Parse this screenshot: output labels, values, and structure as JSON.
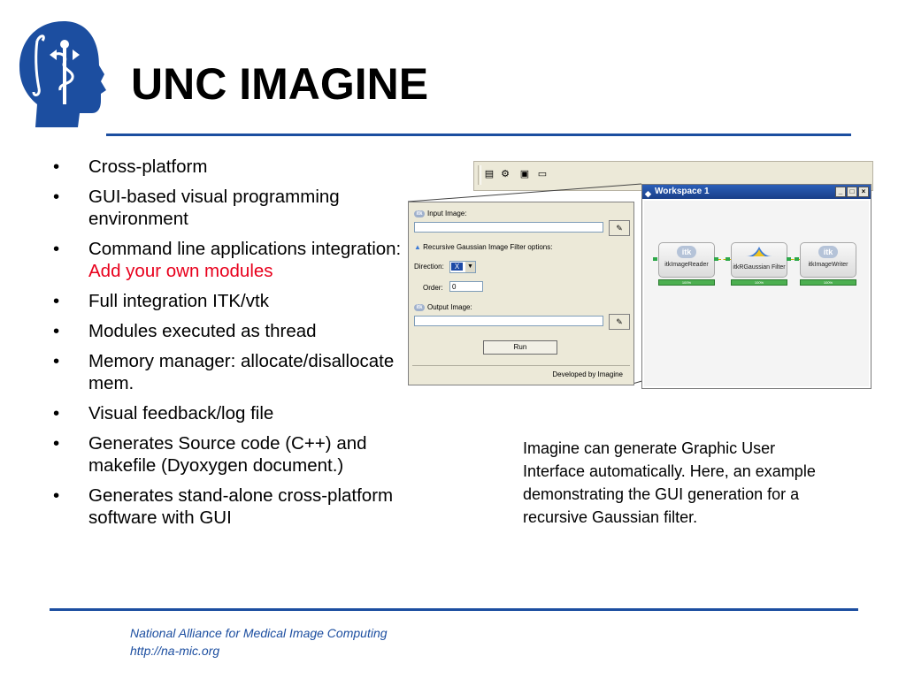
{
  "title": "UNC IMAGINE",
  "bullets": [
    {
      "marker": "•",
      "text": "Cross-platform"
    },
    {
      "marker": "•",
      "text": "GUI-based visual programming environment"
    },
    {
      "marker": "•",
      "text": "Command line applications integration: ",
      "highlight": "Add your own modules"
    },
    {
      "marker": "•",
      "text": "Full integration ITK/vtk"
    },
    {
      "marker": "•",
      "text": "Modules executed as thread"
    },
    {
      "marker": "•",
      "text": "Memory manager: allocate/disallocate mem."
    },
    {
      "marker": "•",
      "text": "Visual feedback/log file"
    },
    {
      "marker": "•",
      "text": "Generates Source code (C++) and makefile (Dyoxygen document.)"
    },
    {
      "marker": "•",
      "text": "Generates stand-alone cross-platform software with GUI"
    }
  ],
  "caption": "Imagine can generate Graphic User Interface automatically. Here, an example demonstrating the GUI generation for a recursive Gaussian filter.",
  "footer": {
    "org": "National Alliance for Medical Image Computing",
    "url": "http://na-mic.org"
  },
  "colors": {
    "accent": "#1c4ea0",
    "highlight": "#e8001c"
  },
  "screenshot": {
    "workspace": {
      "title": "Workspace 1",
      "nodes": [
        {
          "badge": "itk",
          "name": "itkImageReader",
          "progress": "100%"
        },
        {
          "badge": "",
          "name": "itkRGaussian Filter",
          "progress": "100%"
        },
        {
          "badge": "itk",
          "name": "itkImageWriter",
          "progress": "100%"
        }
      ],
      "controls": {
        "minimize": "_",
        "maximize": "□",
        "close": "×"
      }
    },
    "gui": {
      "input_label": "Input Image:",
      "input_value": "",
      "filter_label": "Recursive Gaussian Image Filter options:",
      "direction_label": "Direction:",
      "direction_value": "X",
      "order_label": "Order:",
      "order_value": "0",
      "output_label": "Output Image:",
      "output_value": "",
      "run_label": "Run",
      "developed_by": "Developed by Imagine",
      "itk_badge": "itk"
    }
  }
}
